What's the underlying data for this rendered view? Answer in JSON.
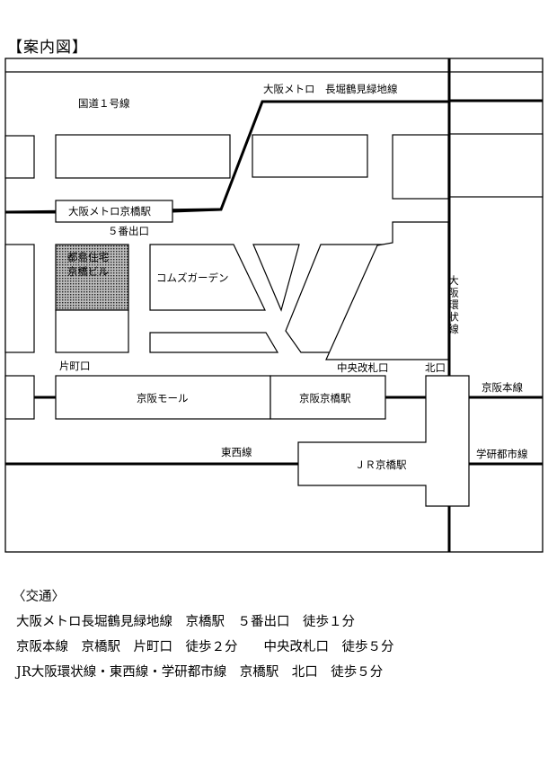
{
  "title": "【案内図】",
  "map": {
    "labels": {
      "route1": "国道１号線",
      "metro_line": "大阪メトロ　長堀鶴見緑地線",
      "metro_station": "大阪メトロ京橋駅",
      "exit5": "５番出口",
      "building_line1": "都島住宅",
      "building_line2": "京橋ビル",
      "comz_garden": "コムズガーデン",
      "katamachi_exit": "片町口",
      "central_gate": "中央改札口",
      "north_exit": "北口",
      "keihan_mall": "京阪モール",
      "keihan_station": "京阪京橋駅",
      "keihan_main_line": "京阪本線",
      "tozai_line": "東西線",
      "jr_station": "ＪＲ京橋駅",
      "gakkentoshi_line": "学研都市線",
      "loop_line": "大阪環状線"
    },
    "colors": {
      "line": "#000000",
      "highlight_building": "#7a7a7a"
    }
  },
  "access": {
    "heading": "〈交通〉",
    "lines": [
      "大阪メトロ長堀鶴見緑地線　京橋駅　５番出口　徒歩１分",
      "京阪本線　京橋駅　片町口　徒歩２分　　中央改札口　徒歩５分",
      "JR大阪環状線・東西線・学研都市線　京橋駅　北口　徒歩５分"
    ]
  }
}
